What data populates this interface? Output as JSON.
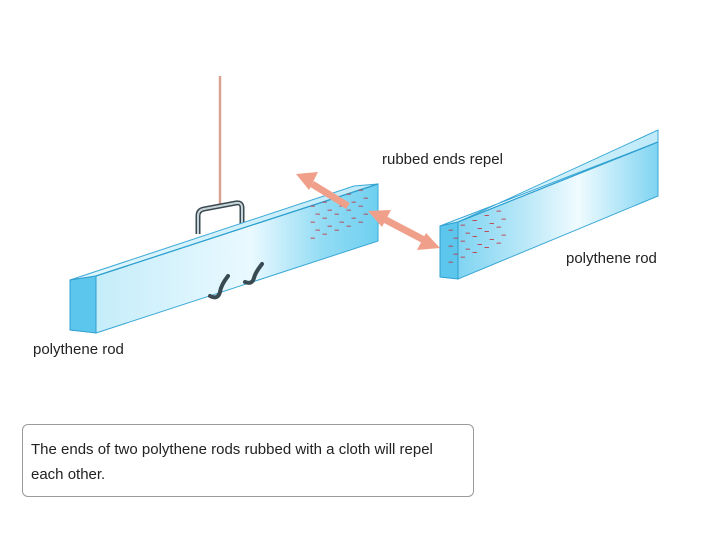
{
  "labels": {
    "rubbed_ends": "rubbed ends repel",
    "left_rod": "polythene rod",
    "right_rod": "polythene rod"
  },
  "caption": "The ends of two polythene rods rubbed with a cloth will repel each other.",
  "charge_symbol": "–",
  "colors": {
    "rod_face": "#8fdcf3",
    "rod_edge": "#2fb2e0",
    "charge": "#c8202a",
    "arrow": "#f0a08a",
    "thread": "#d9a392"
  }
}
